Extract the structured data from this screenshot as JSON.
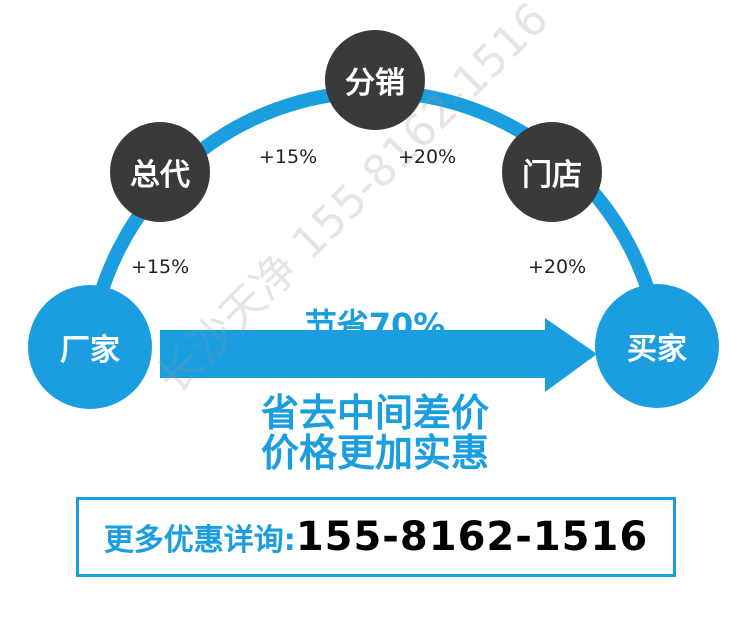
{
  "colors": {
    "accent": "#1a9ee0",
    "node_dark": "#3a3a3a"
  },
  "nodes": {
    "factory": "厂家",
    "general_agent": "总代",
    "distributor": "分销",
    "store": "门店",
    "buyer": "买家"
  },
  "markups": {
    "factory_to_agent": "+15%",
    "agent_to_distributor": "+15%",
    "distributor_to_store": "+20%",
    "store_to_buyer": "+20%"
  },
  "arrow_label": "节省70%",
  "slogan": [
    "省去中间差价",
    "价格更加实惠"
  ],
  "contact": {
    "label": "更多优惠详询:",
    "phone": "155-8162-1516"
  },
  "watermark": "长沙天净 155-8162-1516"
}
